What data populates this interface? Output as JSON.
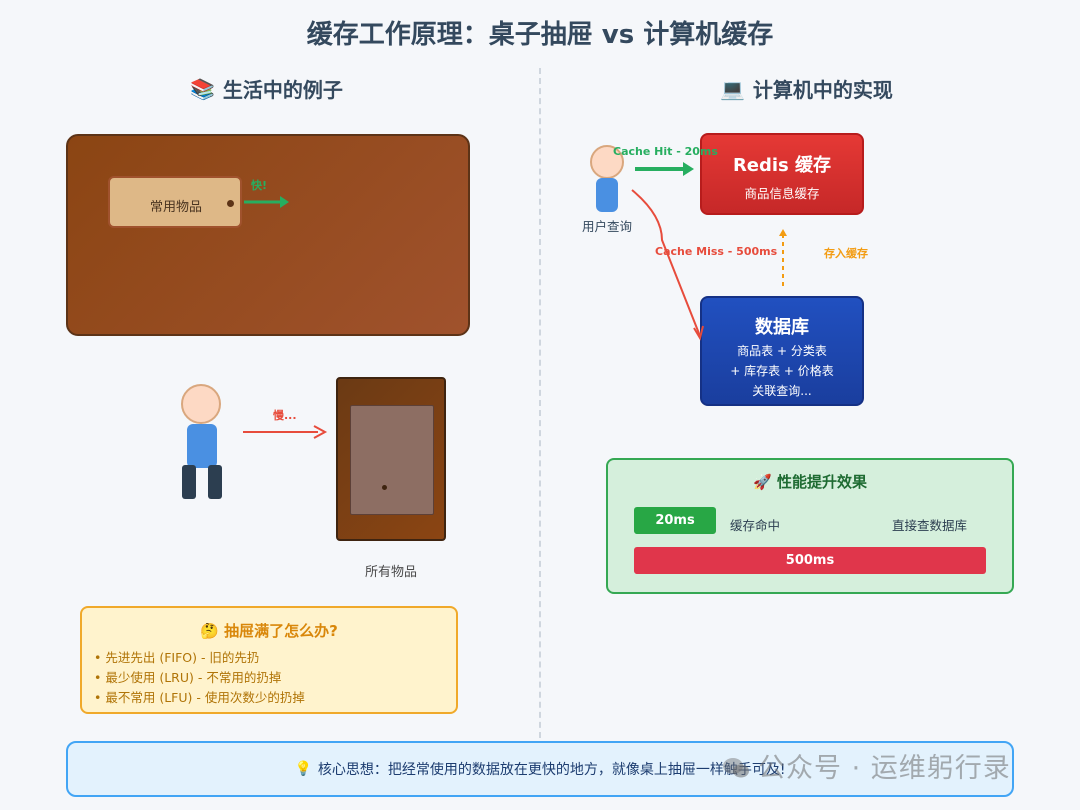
{
  "title": "缓存工作原理：桌子抽屉 vs 计算机缓存",
  "left": {
    "section_icon": "📚",
    "section_title": "生活中的例子",
    "drawer_label": "常用物品",
    "fast_label": "快!",
    "slow_label": "慢...",
    "cabinet_label": "所有物品",
    "tips": {
      "icon": "🤔",
      "title": "抽屉满了怎么办?",
      "items": [
        "• 先进先出 (FIFO) - 旧的先扔",
        "• 最少使用 (LRU) - 不常用的扔掉",
        "• 最不常用 (LFU) - 使用次数少的扔掉"
      ]
    }
  },
  "right": {
    "section_icon": "💻",
    "section_title": "计算机中的实现",
    "user_label": "用户查询",
    "hit_label": "Cache Hit - 20ms",
    "miss_label": "Cache Miss - 500ms",
    "store_label": "存入缓存",
    "redis": {
      "title": "Redis 缓存",
      "subtitle": "商品信息缓存"
    },
    "db": {
      "title": "数据库",
      "lines": [
        "商品表 + 分类表",
        "+ 库存表 + 价格表",
        "关联查询..."
      ]
    },
    "perf": {
      "icon": "🚀",
      "title": "性能提升效果",
      "fast_value": "20ms",
      "fast_text": "缓存命中",
      "slow_text": "直接查数据库",
      "slow_value": "500ms"
    }
  },
  "core": {
    "icon": "💡",
    "text": "核心思想：把经常使用的数据放在更快的地方，就像桌上抽屉一样触手可及!"
  },
  "watermark": "公众号 · 运维躬行录",
  "colors": {
    "fast": "#27ae60",
    "slow": "#e74c3c",
    "store": "#f39c12",
    "redis": "#e53935",
    "db": "#1a3e9e"
  }
}
